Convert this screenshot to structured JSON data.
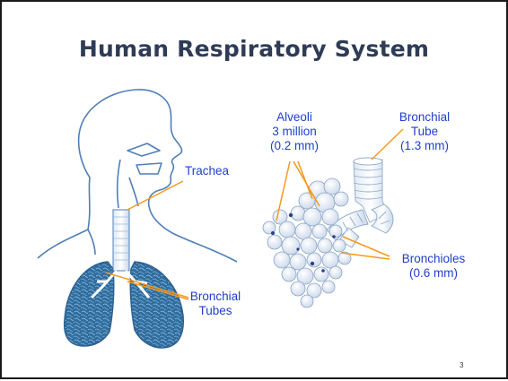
{
  "slide": {
    "title": "Human Respiratory System",
    "page_number": "3"
  },
  "labels": {
    "trachea": "Trachea",
    "bronchial_tubes": [
      "Bronchial",
      "Tubes"
    ],
    "alveoli": [
      "Alveoli",
      "3 million",
      "(0.2 mm)"
    ],
    "bronchial_tube": [
      "Bronchial",
      "Tube",
      "(1.3 mm)"
    ],
    "bronchioles": [
      "Bronchioles",
      "(0.6 mm)"
    ]
  },
  "colors": {
    "title": "#2e3c56",
    "label_text": "#1f3fc9",
    "leader_line": "#f39a1e",
    "outline": "#4f7fb8",
    "lung_fill": "#2f6d9e",
    "alveoli_fill": "#eef3fa"
  }
}
